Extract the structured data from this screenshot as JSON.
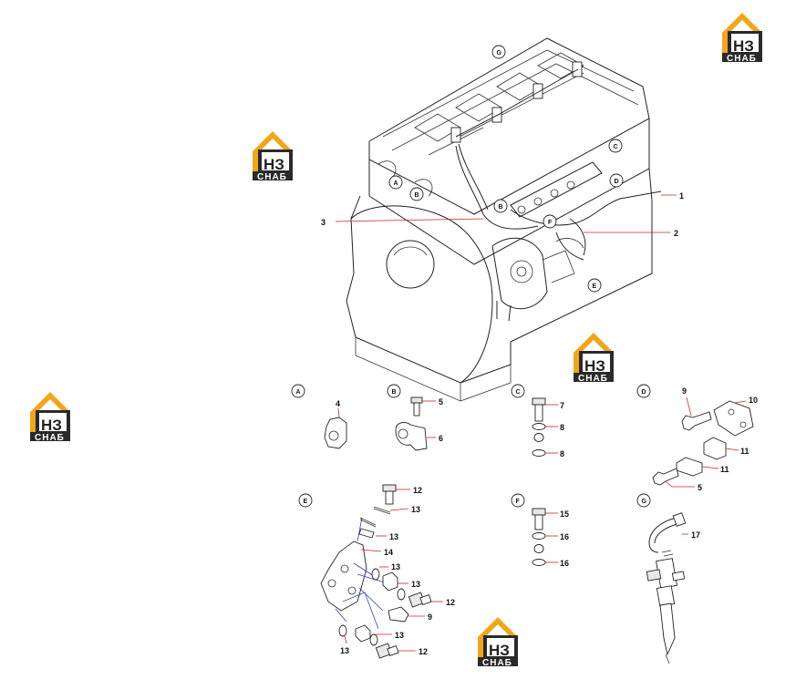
{
  "logo": {
    "main": "НЗ",
    "sub": "СНАБ"
  },
  "views": {
    "A": "A",
    "B": "B",
    "C": "C",
    "D": "D",
    "E": "E",
    "F": "F",
    "G": "G"
  },
  "callouts": {
    "c1": "1",
    "c2": "2",
    "c3": "3",
    "c4": "4",
    "c5": "5",
    "c6": "6",
    "c7": "7",
    "c8": "8",
    "c9": "9",
    "c10": "10",
    "c11": "11",
    "c12": "12",
    "c13": "13",
    "c14": "14",
    "c15": "15",
    "c16": "16",
    "c17": "17"
  },
  "colors": {
    "logo_orange": "#f3a51a",
    "logo_dark": "#2a2a2a",
    "leader_red": "#d02020",
    "leader_blue": "#3040c0"
  }
}
